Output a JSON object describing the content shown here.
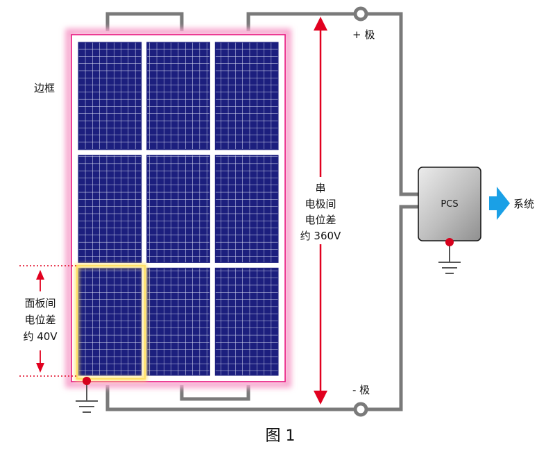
{
  "labels": {
    "frame": "边框",
    "plus_pole": "+ 极",
    "minus_pole": "- 极",
    "pcs": "PCS",
    "system": "系统",
    "string_voltage": [
      "串",
      "电极间",
      "电位差",
      "约 360V"
    ],
    "panel_voltage": [
      "面板间",
      "电位差",
      "约 40V"
    ],
    "caption": "图 1"
  },
  "panel": {
    "rows": 3,
    "cols": 3
  },
  "colors": {
    "wire": "#7a7a7a",
    "cell": "#1c1f7e",
    "cell_grid": "#ffffff",
    "frame": "#e8157e",
    "frame_glow": "#f7a8cf",
    "highlight": "#ffe066",
    "arrow": "#e1001f",
    "terminal_dot": "#d6001c",
    "pcs_fill": "#bdbdbd",
    "system_arrow": "#1aa0e6"
  },
  "icons": [
    "ground-icon",
    "terminal-icon",
    "arrow-right-icon"
  ]
}
